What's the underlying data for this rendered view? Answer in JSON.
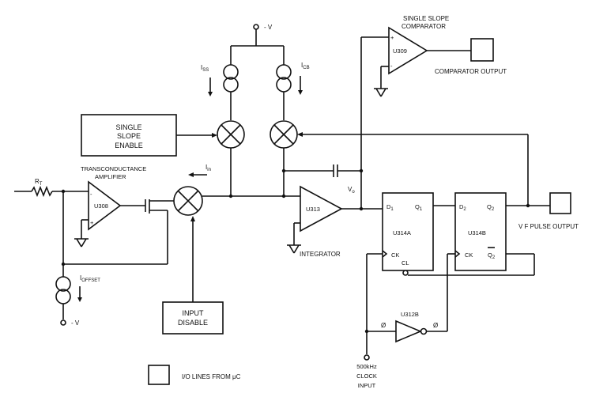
{
  "supply": {
    "neg_v_top": "- V",
    "neg_v_bottom": "- V"
  },
  "currents": {
    "iss": "I",
    "iss_sub": "SS",
    "icb": "I",
    "icb_sub": "CB",
    "iin": "I",
    "iin_sub": "in",
    "ioffset": "I",
    "ioffset_sub": "OFFSET"
  },
  "blocks": {
    "single_slope_enable": [
      "SINGLE",
      "SLOPE",
      "ENABLE"
    ],
    "input_disable": [
      "INPUT",
      "DISABLE"
    ]
  },
  "labels": {
    "transconductance": [
      "TRANSCONDUCTANCE",
      "AMPLIFIER"
    ],
    "rt": "R",
    "rt_sub": "T",
    "vo": "V",
    "vo_sub": "o",
    "integrator": "INTEGRATOR",
    "comparator_title": [
      "SINGLE SLOPE",
      "COMPARATOR"
    ],
    "comparator_output": "COMPARATOR OUTPUT",
    "vf_pulse_output": "V F PULSE OUTPUT",
    "clock_input": [
      "500kHz",
      "CLOCK",
      "INPUT"
    ],
    "phi1": "Ø",
    "phi2": "Ø",
    "legend": "I/O LINES FROM μC"
  },
  "components": {
    "u308": "U308",
    "u313": "U313",
    "u309": "U309",
    "u314a": "U314A",
    "u314b": "U314B",
    "u312b": "U312B"
  },
  "pins": {
    "d1": "D",
    "d1_sub": "1",
    "q1": "Q",
    "q1_sub": "1",
    "ck1": "CK",
    "cl1": "CL",
    "d2": "D",
    "d2_sub": "2",
    "q2": "Q",
    "q2_sub": "2",
    "ck2": "CK",
    "q2bar": "Q",
    "q2bar_sub": "2",
    "plus": "+",
    "minus": "-"
  }
}
